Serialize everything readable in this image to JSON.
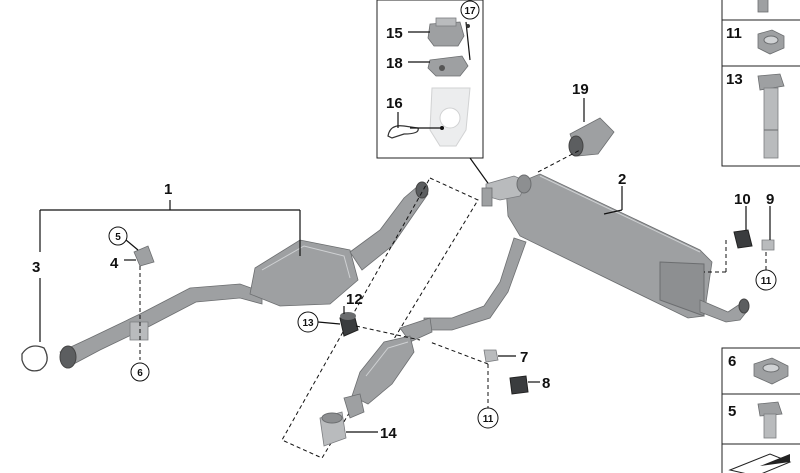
{
  "labels": {
    "part_1": "1",
    "part_2": "2",
    "part_3": "3",
    "part_4": "4",
    "part_5": "5",
    "part_6": "6",
    "part_7": "7",
    "part_8": "8",
    "part_9": "9",
    "part_10": "10",
    "part_11a": "11",
    "part_11b": "11",
    "part_12": "12",
    "part_13": "13",
    "part_14": "14",
    "part_15": "15",
    "part_16": "16",
    "part_17": "17",
    "part_18": "18",
    "part_19": "19"
  },
  "legend_top": {
    "item_a": "11",
    "item_b": "13"
  },
  "legend_bottom": {
    "item_a": "6",
    "item_b": "5"
  },
  "colors": {
    "part_fill": "#9ea0a2",
    "part_stroke": "#6c6e70",
    "line": "#111111"
  }
}
